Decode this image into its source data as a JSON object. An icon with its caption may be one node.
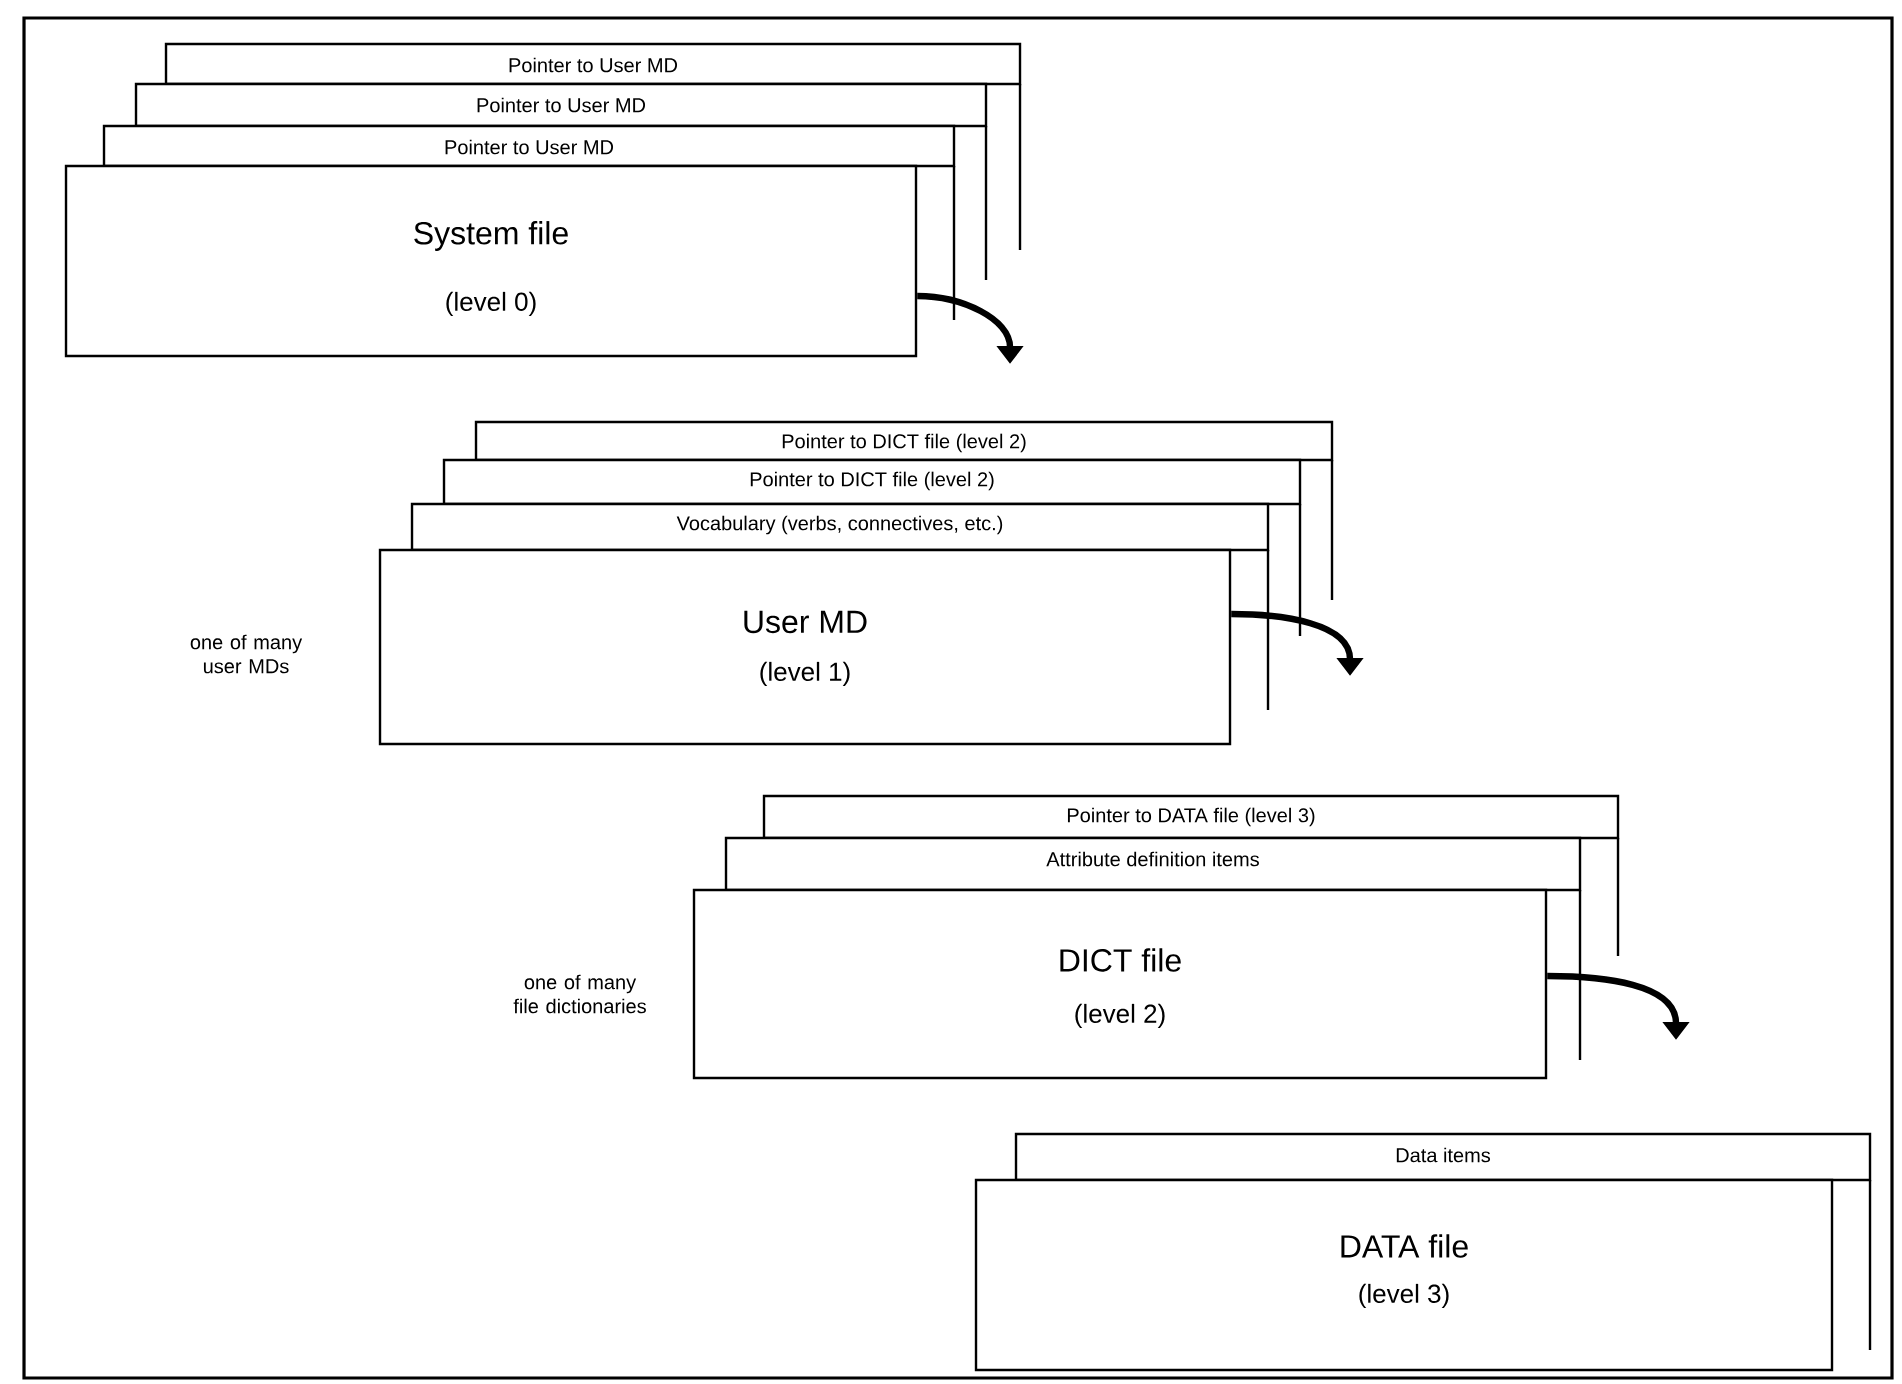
{
  "diagram": {
    "nodes": [
      {
        "text": [
          "Pointer to User MD"
        ]
      },
      {
        "text": [
          "Pointer to User MD"
        ]
      },
      {
        "text": [
          "Pointer to User MD"
        ]
      },
      {
        "text": [
          "System file",
          "(level 0)"
        ]
      },
      {
        "text": [
          "Pointer to DICT file (level 2)"
        ]
      },
      {
        "text": [
          "Pointer to DICT file (level 2)"
        ]
      },
      {
        "text": [
          "Vocabulary (verbs, connectives, etc.)"
        ]
      },
      {
        "text": [
          "User MD",
          "(level 1)"
        ],
        "beside": [
          "one of many user MDs"
        ]
      },
      {
        "text": [
          "Pointer to DATA file (level 3)"
        ]
      },
      {
        "text": [
          "Attribute definition items"
        ]
      },
      {
        "text": [
          "DICT file",
          "(level 2)"
        ],
        "beside": [
          "one of many file dictionaries"
        ]
      },
      {
        "text": [
          "Data items"
        ]
      },
      {
        "text": [
          "DATA file",
          "(level 3)"
        ]
      }
    ],
    "edges": [
      {
        "from": 3,
        "to": null,
        "arrow": "to"
      },
      {
        "from": 7,
        "to": null,
        "arrow": "to"
      },
      {
        "from": 10,
        "to": null,
        "arrow": "to"
      }
    ]
  }
}
